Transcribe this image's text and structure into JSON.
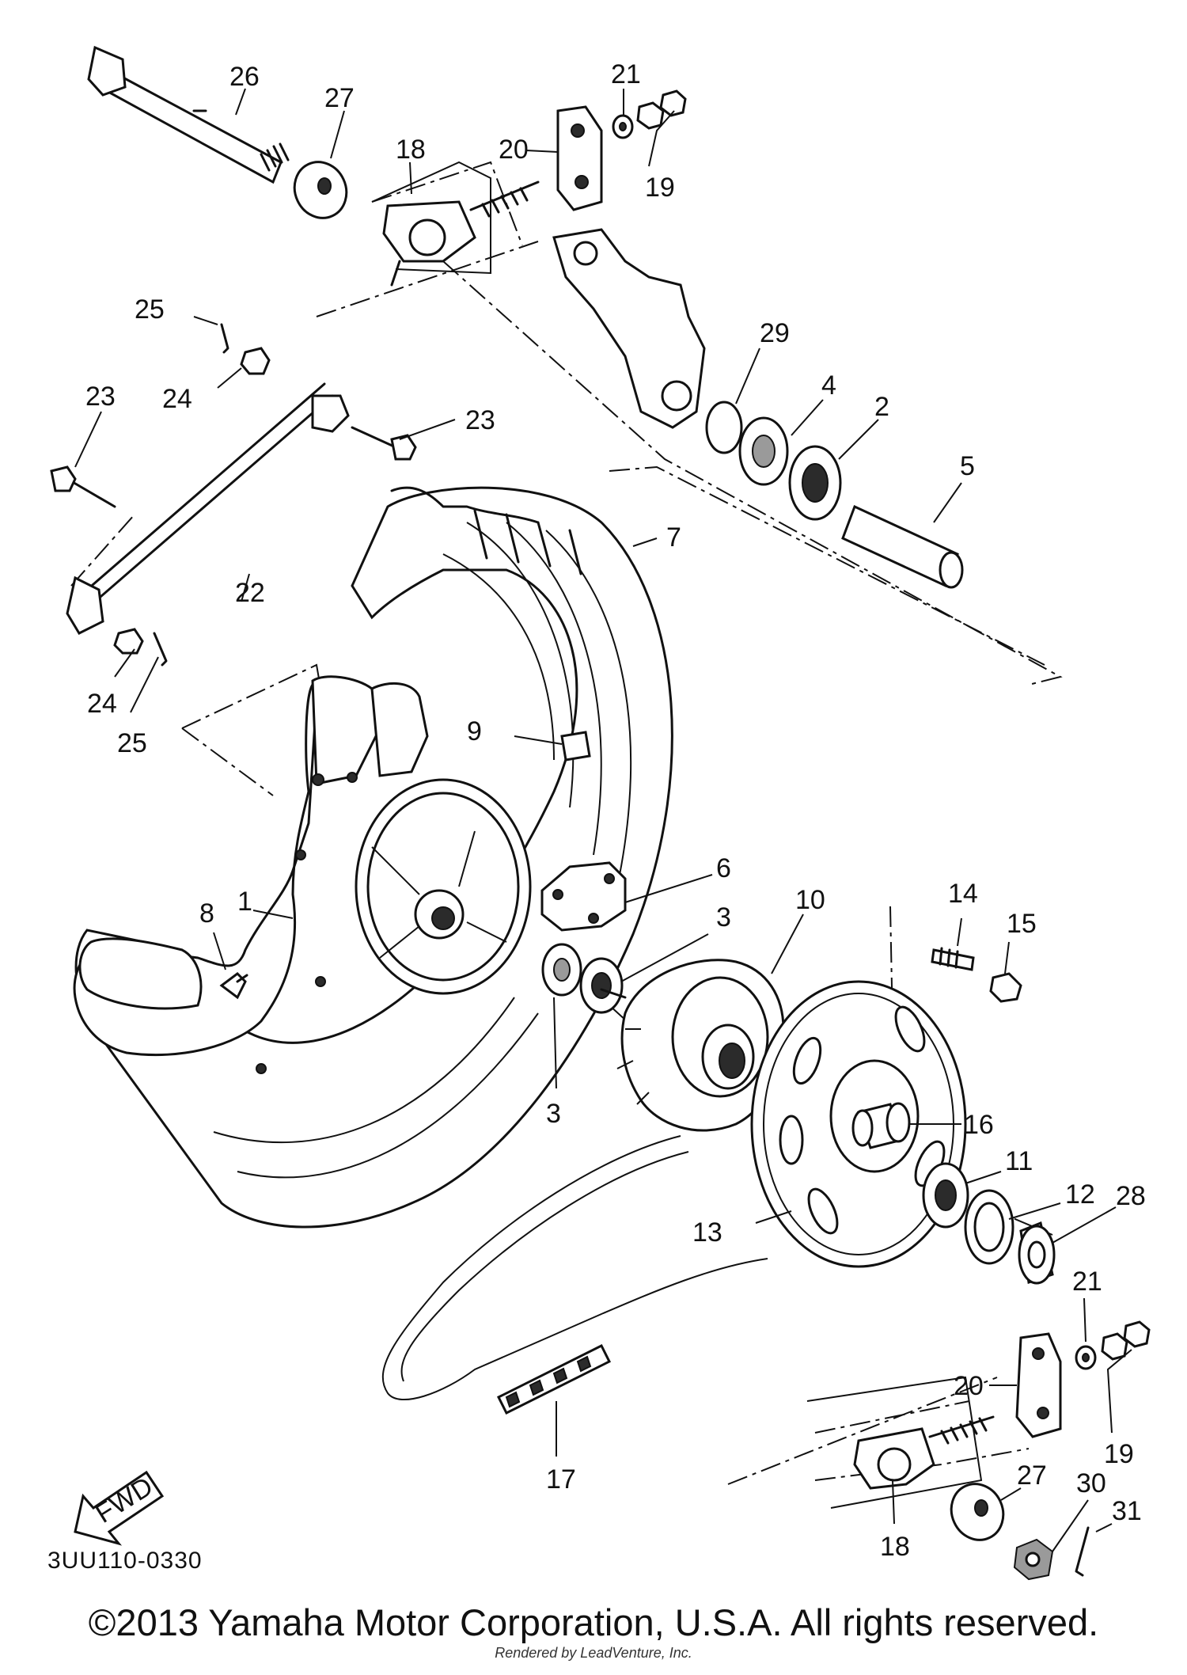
{
  "diagram": {
    "code": "3UU110-0330",
    "copyright": "©2013 Yamaha Motor Corporation, U.S.A. All rights reserved.",
    "rendered_by": "Rendered by LeadVenture, Inc.",
    "fwd_label": "FWD",
    "watermark": "LEADVENTURE",
    "callouts": [
      "1",
      "2",
      "3",
      "4",
      "5",
      "6",
      "7",
      "8",
      "9",
      "10",
      "11",
      "12",
      "13",
      "14",
      "15",
      "16",
      "17",
      "18",
      "19",
      "20",
      "21",
      "22",
      "23",
      "24",
      "25",
      "26",
      "27",
      "28",
      "29",
      "30",
      "31"
    ]
  },
  "labels": [
    {
      "id": "26",
      "text": "26"
    },
    {
      "id": "27",
      "text": "27"
    },
    {
      "id": "18",
      "text": "18"
    },
    {
      "id": "20",
      "text": "20"
    },
    {
      "id": "21",
      "text": "21"
    },
    {
      "id": "19",
      "text": "19"
    },
    {
      "id": "25",
      "text": "25"
    },
    {
      "id": "24",
      "text": "24"
    },
    {
      "id": "23",
      "text": "23"
    },
    {
      "id": "23b",
      "text": "23"
    },
    {
      "id": "29",
      "text": "29"
    },
    {
      "id": "4",
      "text": "4"
    },
    {
      "id": "2",
      "text": "2"
    },
    {
      "id": "5",
      "text": "5"
    },
    {
      "id": "7",
      "text": "7"
    },
    {
      "id": "22",
      "text": "22"
    },
    {
      "id": "24b",
      "text": "24"
    },
    {
      "id": "25b",
      "text": "25"
    },
    {
      "id": "9",
      "text": "9"
    },
    {
      "id": "1",
      "text": "1"
    },
    {
      "id": "6",
      "text": "6"
    },
    {
      "id": "8",
      "text": "8"
    },
    {
      "id": "3",
      "text": "3"
    },
    {
      "id": "10",
      "text": "10"
    },
    {
      "id": "14",
      "text": "14"
    },
    {
      "id": "15",
      "text": "15"
    },
    {
      "id": "3b",
      "text": "3"
    },
    {
      "id": "16",
      "text": "16"
    },
    {
      "id": "11",
      "text": "11"
    },
    {
      "id": "12",
      "text": "12"
    },
    {
      "id": "28",
      "text": "28"
    },
    {
      "id": "13",
      "text": "13"
    },
    {
      "id": "21b",
      "text": "21"
    },
    {
      "id": "20b",
      "text": "20"
    },
    {
      "id": "19b",
      "text": "19"
    },
    {
      "id": "17",
      "text": "17"
    },
    {
      "id": "27b",
      "text": "27"
    },
    {
      "id": "30",
      "text": "30"
    },
    {
      "id": "31",
      "text": "31"
    },
    {
      "id": "18b",
      "text": "18"
    }
  ]
}
